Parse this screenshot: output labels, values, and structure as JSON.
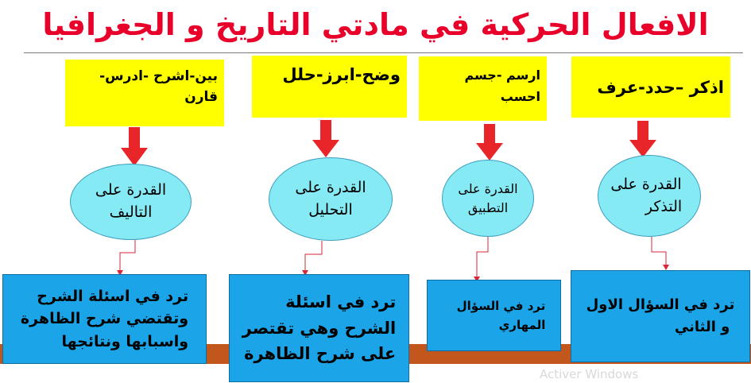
{
  "title": "الافعال الحركية  في مادتي التاريخ و الجغرافيا",
  "columns": [
    {
      "verbs": [
        "اذكر –حدد-عرف"
      ],
      "ability": [
        "القدرة على",
        "التذكر"
      ],
      "usage": [
        "ترد في السؤال الاول",
        "و الثاني"
      ]
    },
    {
      "verbs": [
        "ارسم -جسم",
        "احسب"
      ],
      "ability": [
        "القدرة على",
        "التطبيق"
      ],
      "usage": [
        "ترد في السؤال",
        "المهاري"
      ]
    },
    {
      "verbs": [
        "وضح-ابرز-حلل"
      ],
      "ability": [
        "القدرة على",
        "التحليل"
      ],
      "usage": [
        "ترد في  اسئلة",
        "الشرح وهي تقتصر",
        "على شرح الظاهرة"
      ]
    },
    {
      "verbs": [
        "بين-اشرح -ادرس-",
        "قارن"
      ],
      "ability": [
        "القدرة على",
        "التاليف"
      ],
      "usage": [
        "ترد في اسئلة الشرح",
        "وتقتضي شرح الظاهرة",
        "واسبابها ونتائجها"
      ]
    }
  ],
  "watermark": "Activer Windows",
  "colors": {
    "title": "#e8002a",
    "verb_box": "#ffff00",
    "ability_ellipse": "#86eaf4",
    "usage_box": "#1ba5e8",
    "arrow": "#e8262a",
    "bottom_band": "#c1571d"
  }
}
